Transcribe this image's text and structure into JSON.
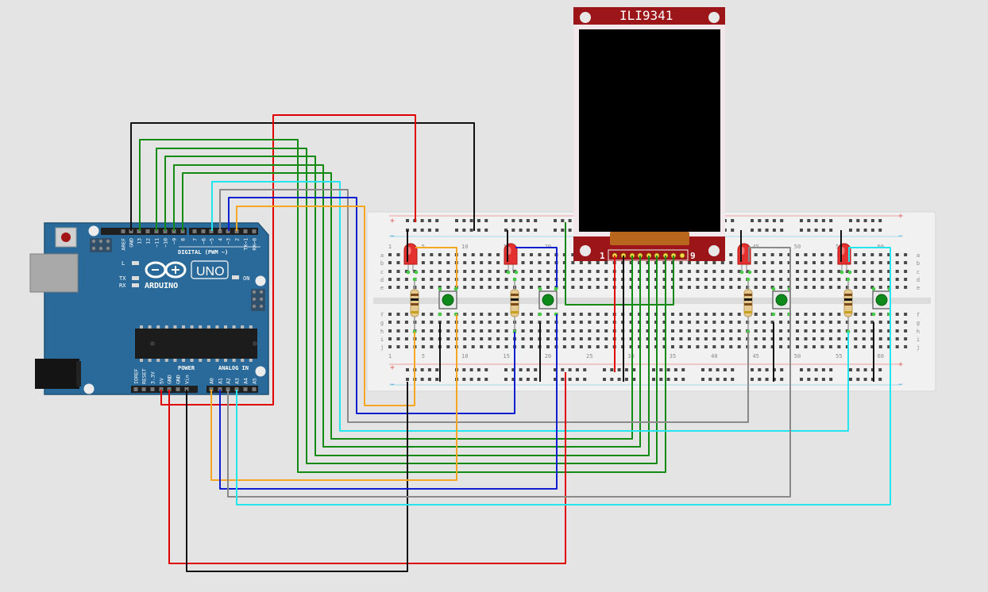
{
  "display": {
    "model": "ILI9341",
    "pin_first": "1",
    "pin_last": "9"
  },
  "arduino": {
    "logo": "ARDUINO",
    "model": "UNO",
    "on_label": "ON",
    "l_label": "L",
    "tx_label": "TX",
    "rx_label": "RX",
    "digital_label": "DIGITAL (PWM ~)",
    "power_label": "POWER",
    "analog_label": "ANALOG IN",
    "top_pins": [
      "AREF",
      "GND",
      "13",
      "12",
      "~11",
      "~10",
      "~9",
      "8",
      "7",
      "~6",
      "~5",
      "4",
      "~3",
      "2",
      "TX→1",
      "RX←0"
    ],
    "bottom_pins": [
      "IOREF",
      "RESET",
      "3.3V",
      "5V",
      "GND",
      "GND",
      "Vin",
      "A0",
      "A1",
      "A2",
      "A3",
      "A4",
      "A5"
    ]
  },
  "breadboard": {
    "row_letters_top": [
      "a",
      "b",
      "c",
      "d",
      "e"
    ],
    "row_letters_bottom": [
      "f",
      "g",
      "h",
      "i",
      "j"
    ],
    "column_numbers": [
      "1",
      "5",
      "10",
      "15",
      "20",
      "25",
      "30",
      "35",
      "40",
      "45",
      "50",
      "55",
      "60"
    ],
    "plus": "+",
    "minus": "−"
  },
  "colors": {
    "wire_red": "#e00000",
    "wire_black": "#111111",
    "wire_green": "#138a13",
    "wire_blue": "#1020d0",
    "wire_cyan": "#22e5ee",
    "wire_orange": "#f5a623",
    "wire_gray": "#8a8a8a",
    "board": "#2a6a9a",
    "tft_pcb": "#9b1519"
  }
}
